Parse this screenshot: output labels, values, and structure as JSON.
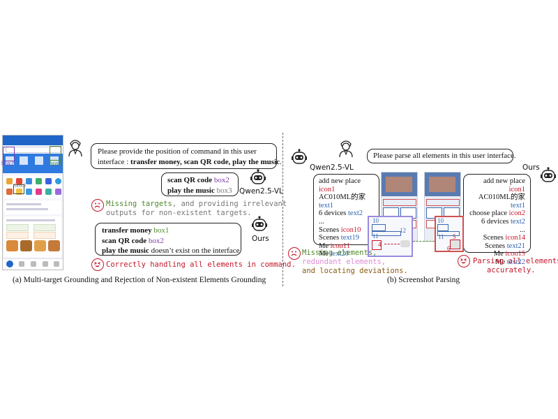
{
  "left": {
    "user_prompt_line1": "Please provide the position of command in this user",
    "user_prompt_line2_prefix": "interface : ",
    "user_prompt_line2_bold": "transfer money, scan QR code, play the music",
    "user_prompt_line2_suffix": ".",
    "qwen_label": "Qwen2.5-VL",
    "qwen_answer": [
      {
        "cmd": "scan QR code",
        "box": "box2"
      },
      {
        "cmd": "play the music",
        "box": "box3"
      }
    ],
    "qwen_note_red": "Missing targets",
    "qwen_note_rest1": ", and providing irrelevant",
    "qwen_note_line2": "outputs for non-existent targets.",
    "ours_label": "Ours",
    "ours_answer": [
      {
        "cmd": "transfer money",
        "box": "box1"
      },
      {
        "cmd": "scan QR code",
        "box": "box2"
      },
      {
        "cmd": "play the music",
        "rest": "doesn’t exist on the interface"
      }
    ],
    "ours_note": "Correctly handling all elements in command.",
    "phone_box_labels": [
      "box2",
      "box1",
      "box3"
    ],
    "caption": "(a) Multi-target Grounding and Rejection of Non-existent Elements Grounding"
  },
  "right": {
    "user_prompt": "Please parse all elements in this user interface.",
    "qwen_label": "Qwen2.5-VL",
    "ours_label": "Ours",
    "qwen_list": [
      {
        "text": "add new place",
        "tag": "icon1",
        "kind": "icon"
      },
      {
        "text": "AC010ML的家",
        "tag": "text1",
        "kind": "text"
      },
      {
        "text": "6 devices",
        "tag": "text2",
        "kind": "text"
      },
      {
        "text": "...",
        "tag": "",
        "kind": ""
      },
      {
        "text": "Scenes",
        "tag": "icon10",
        "kind": "icon"
      },
      {
        "text": "Scenes",
        "tag": "text19",
        "kind": "text"
      },
      {
        "text": "Me",
        "tag": "icon11",
        "kind": "icon"
      },
      {
        "text": "Me",
        "tag": "text20",
        "kind": "text"
      }
    ],
    "ours_list": [
      {
        "text": "add new place",
        "tag": "icon1",
        "kind": "icon"
      },
      {
        "text": "AC010ML的家",
        "tag": "text1",
        "kind": "text"
      },
      {
        "text": "choose place",
        "tag": "icon2",
        "kind": "icon"
      },
      {
        "text": "6 devices",
        "tag": "text2",
        "kind": "text"
      },
      {
        "text": "...",
        "tag": "",
        "kind": ""
      },
      {
        "text": "Scenes",
        "tag": "text21",
        "kind": "text"
      },
      {
        "text": "Scenes",
        "tag": "icon14",
        "kind": "icon"
      },
      {
        "text": "Me",
        "tag": "icon15",
        "kind": "icon"
      },
      {
        "text": "Me",
        "tag": "text22",
        "kind": "text"
      }
    ],
    "qwen_note_line1": "Missing elements,",
    "qwen_note_line2": "redundant elements,",
    "qwen_note_line3": "and locating deviations.",
    "ours_note_line1": "Parsing all elements",
    "ours_note_line2": "accurately.",
    "zoom_left_labels": [
      "10",
      "11",
      "12",
      "4"
    ],
    "zoom_right_labels": [
      "10",
      "11",
      "5",
      "6"
    ],
    "caption": "(b) Screenshot Parsing"
  },
  "colors": {
    "red": "#c4162a",
    "green": "#4f8a2c",
    "purple": "#7a3aa8",
    "blue": "#2a5fb0",
    "pink": "#e08ad6",
    "brown": "#8a5a12"
  }
}
